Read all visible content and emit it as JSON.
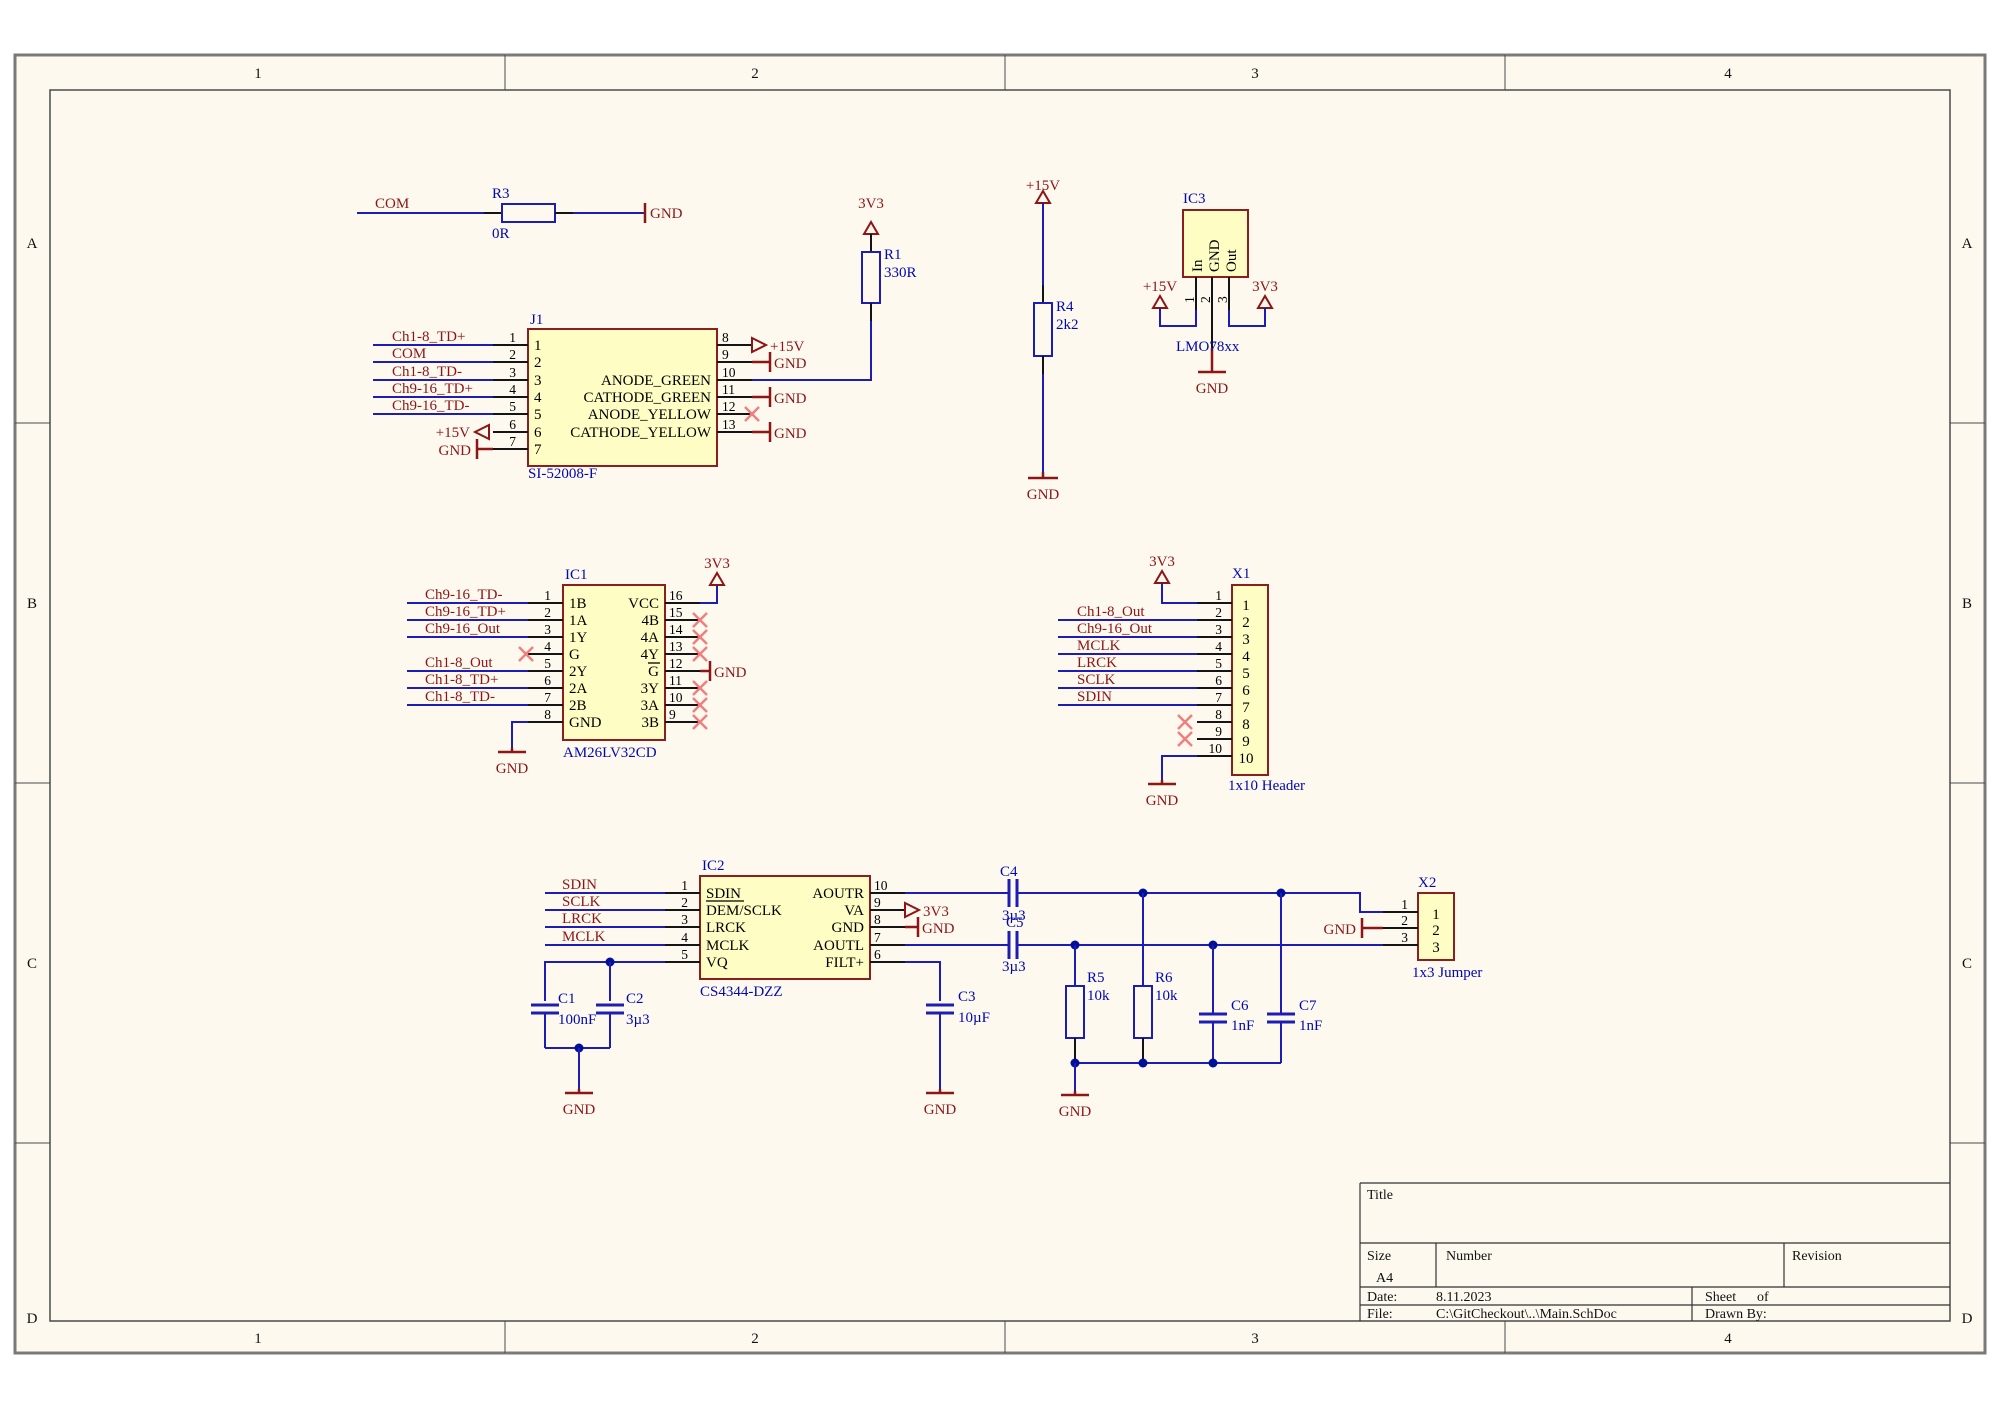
{
  "sheet": {
    "cols": [
      "1",
      "2",
      "3",
      "4"
    ],
    "rows": [
      "A",
      "B",
      "C",
      "D"
    ]
  },
  "title_block": {
    "title_label": "Title",
    "size_label": "Size",
    "size_value": "A4",
    "number_label": "Number",
    "revision_label": "Revision",
    "date_label": "Date:",
    "date_value": "8.11.2023",
    "sheet_label": "Sheet",
    "of_label": "of",
    "file_label": "File:",
    "file_value": "C:\\GitCheckout\\..\\Main.SchDoc",
    "drawn_by_label": "Drawn By:"
  },
  "nets": {
    "gnd": "GND",
    "v3": "3V3",
    "v15": "+15V",
    "com": "COM",
    "ch18_tdp": "Ch1-8_TD+",
    "ch18_tdm": "Ch1-8_TD-",
    "ch916_tdp": "Ch9-16_TD+",
    "ch916_tdm": "Ch9-16_TD-",
    "ch18_out": "Ch1-8_Out",
    "ch916_out": "Ch9-16_Out",
    "mclk": "MCLK",
    "lrck": "LRCK",
    "sclk": "SCLK",
    "sdin": "SDIN"
  },
  "j1": {
    "des": "J1",
    "part": "SI-52008-F",
    "nums_left": [
      "1",
      "2",
      "3",
      "4",
      "5",
      "6",
      "7"
    ],
    "nums_right": [
      "8",
      "9",
      "10",
      "11",
      "12",
      "13"
    ],
    "names_right": [
      "ANODE_GREEN",
      "CATHODE_GREEN",
      "ANODE_YELLOW",
      "CATHODE_YELLOW"
    ]
  },
  "ic1": {
    "des": "IC1",
    "part": "AM26LV32CD",
    "nums_left": [
      "1",
      "2",
      "3",
      "4",
      "5",
      "6",
      "7",
      "8"
    ],
    "names_left": [
      "1B",
      "1A",
      "1Y",
      "G",
      "2Y",
      "2A",
      "2B",
      "GND"
    ],
    "nums_right": [
      "16",
      "15",
      "14",
      "13",
      "12",
      "11",
      "10",
      "9"
    ],
    "names_right": [
      "VCC",
      "4B",
      "4A",
      "4Y",
      "G",
      "3Y",
      "3A",
      "3B"
    ]
  },
  "ic2": {
    "des": "IC2",
    "part": "CS4344-DZZ",
    "nums_left": [
      "1",
      "2",
      "3",
      "4",
      "5"
    ],
    "names_left": [
      "SDIN",
      "DEM/SCLK",
      "LRCK",
      "MCLK",
      "VQ"
    ],
    "nums_right": [
      "10",
      "9",
      "8",
      "7",
      "6"
    ],
    "names_right": [
      "AOUTR",
      "VA",
      "GND",
      "AOUTL",
      "FILT+"
    ]
  },
  "ic3": {
    "des": "IC3",
    "part": "LMO78xx",
    "pin_names": [
      "In",
      "GND",
      "Out"
    ],
    "pin_nums": [
      "1",
      "2",
      "3"
    ]
  },
  "x1": {
    "des": "X1",
    "part": "1x10 Header",
    "nums": [
      "1",
      "2",
      "3",
      "4",
      "5",
      "6",
      "7",
      "8",
      "9",
      "10"
    ]
  },
  "x2": {
    "des": "X2",
    "part": "1x3 Jumper",
    "nums": [
      "1",
      "2",
      "3"
    ]
  },
  "r1": {
    "des": "R1",
    "value": "330R"
  },
  "r3": {
    "des": "R3",
    "value": "0R"
  },
  "r4": {
    "des": "R4",
    "value": "2k2"
  },
  "r5": {
    "des": "R5",
    "value": "10k"
  },
  "r6": {
    "des": "R6",
    "value": "10k"
  },
  "c1": {
    "des": "C1",
    "value": "100nF"
  },
  "c2": {
    "des": "C2",
    "value": "3µ3"
  },
  "c3": {
    "des": "C3",
    "value": "10µF"
  },
  "c4": {
    "des": "C4",
    "value": "3µ3"
  },
  "c5": {
    "des": "C5",
    "value": "3µ3"
  },
  "c6": {
    "des": "C6",
    "value": "1nF"
  },
  "c7": {
    "des": "C7",
    "value": "1nF"
  }
}
